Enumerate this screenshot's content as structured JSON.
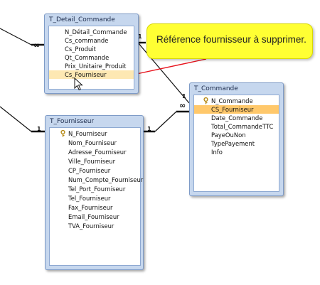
{
  "tables": {
    "detail": {
      "title": "T_Detail_Commande",
      "fields": [
        "N_Détail_Commande",
        "Cs_commande",
        "Cs_Produit",
        "Qt_Commande",
        "Prix_Unitaire_Produit",
        "Cs_Fourniseur"
      ]
    },
    "commande": {
      "title": "T_Commande",
      "fields": [
        "N_Commande",
        "CS_Fourniseur",
        "Date_Commande",
        "Total_CommandeTTC",
        "PayeOuNon",
        "TypePayement",
        "Info"
      ]
    },
    "fournisseur": {
      "title": "T_Fournisseur",
      "fields": [
        "N_Fourniseur",
        "Nom_Fourniseur",
        "Adresse_Fourniseur",
        "Ville_Fourniseur",
        "CP_Fourniseur",
        "Num_Compte_Fourniseur",
        "Tel_Port_Fourniseur",
        "Tel_Fourniseur",
        "Fax_Fourniseur",
        "Email_Fourniseur",
        "TVA_Fourniseur"
      ]
    }
  },
  "callout": {
    "text": "Référence fournisseur à supprimer."
  },
  "relations": {
    "infinity": "∞",
    "one": "1"
  },
  "icons": {
    "primary_key": "key-icon",
    "pointer": "mouse-cursor-icon",
    "callout_arrow": "red-arrow-icon"
  },
  "colors": {
    "table_header": "#c6d7ee",
    "selected_field": "#ffc86b",
    "callout_fill": "#ffff33",
    "arrow": "#e8121c"
  }
}
